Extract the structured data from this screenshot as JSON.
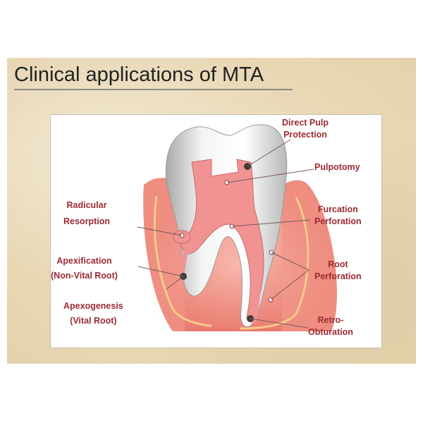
{
  "slide": {
    "title": "Clinical applications of MTA",
    "accent_color": "#9c2a31",
    "tissue_color": "#ec8a80",
    "pulp_color": "#f08f8f"
  },
  "labels": {
    "direct_pulp_protection": {
      "line1": "Direct Pulp",
      "line2": "Protection"
    },
    "pulpotomy": {
      "line1": "Pulpotomy"
    },
    "furcation_perforation": {
      "line1": "Furcation",
      "line2": "Perforation"
    },
    "root_perforation": {
      "line1": "Root",
      "line2": "Perforation"
    },
    "retro_obturation": {
      "line1": "Retro-",
      "line2": "Obturation"
    },
    "radicular_resorption": {
      "line1": "Radicular",
      "line2": "Resorption"
    },
    "apexification": {
      "line1": "Apexification",
      "line2": "(Non-Vital Root)"
    },
    "apexogenesis": {
      "line1": "Apexogenesis",
      "line2": "(Vital Root)"
    }
  }
}
